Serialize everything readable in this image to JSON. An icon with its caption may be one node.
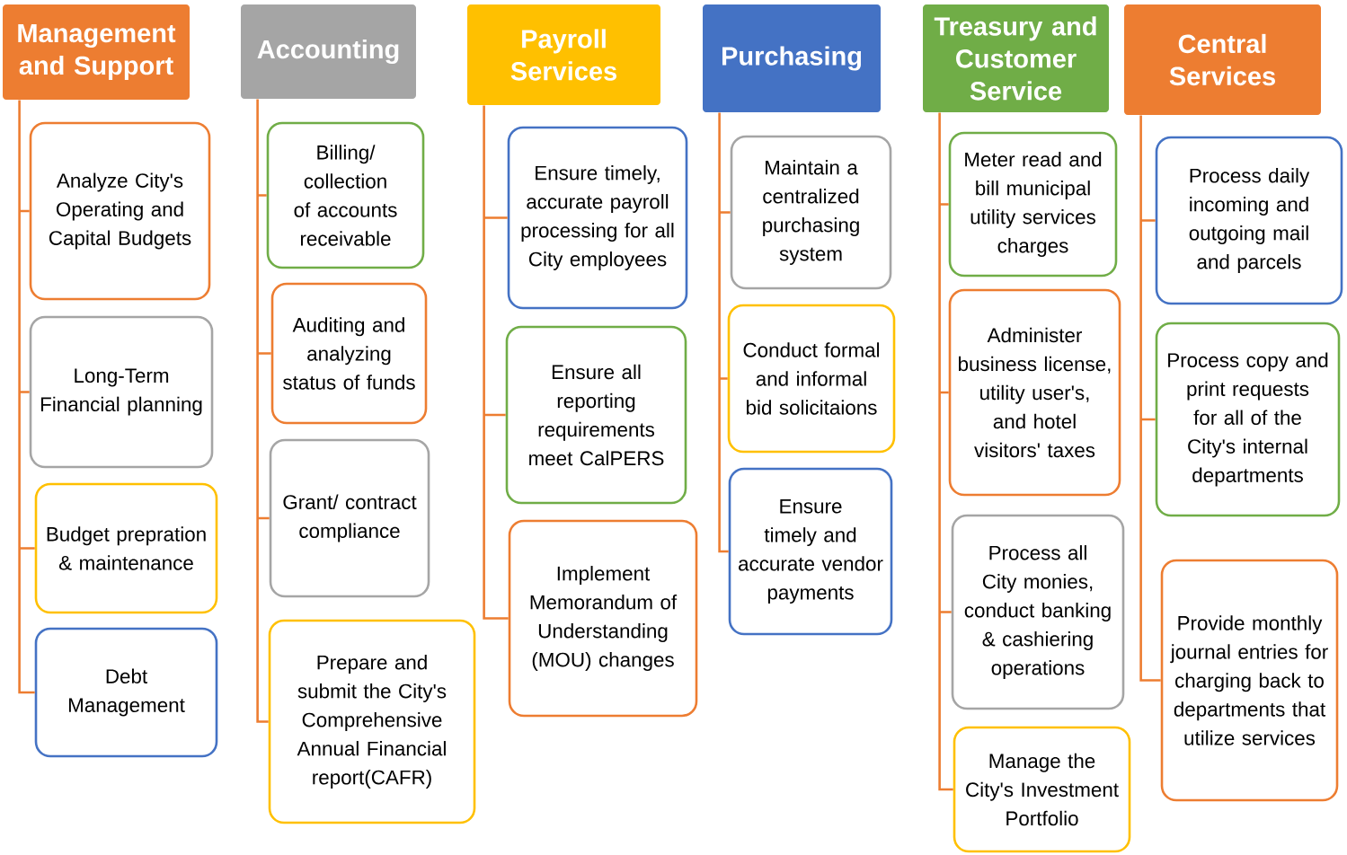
{
  "diagram": {
    "nodes": [
      {
        "text": [
          "Management and Support"
        ]
      },
      {
        "text": [
          "Analyze City's Operating and Capital Budgets"
        ]
      },
      {
        "text": [
          "Long-Term Financial planning"
        ]
      },
      {
        "text": [
          "Budget prepration & maintenance"
        ]
      },
      {
        "text": [
          "Debt Management"
        ]
      },
      {
        "text": [
          "Accounting"
        ]
      },
      {
        "text": [
          "Billing/ collection of accounts receivable"
        ]
      },
      {
        "text": [
          "Auditing and analyzing status of funds"
        ]
      },
      {
        "text": [
          "Grant/ contract compliance"
        ]
      },
      {
        "text": [
          "Prepare and submit the City's Comprehensive Annual Financial report(CAFR)"
        ]
      },
      {
        "text": [
          "Payroll Services"
        ]
      },
      {
        "text": [
          "Ensure timely, accurate payroll processing for all City employees"
        ]
      },
      {
        "text": [
          "Ensure all reporting requirements meet CalPERS"
        ]
      },
      {
        "text": [
          "Implement Memorandum of Understanding (MOU) changes"
        ]
      },
      {
        "text": [
          "Purchasing"
        ]
      },
      {
        "text": [
          "Maintain a centralized purchasing system"
        ]
      },
      {
        "text": [
          "Conduct formal and informal bid solicitaions"
        ]
      },
      {
        "text": [
          "Ensure timely and accurate vendor payments"
        ]
      },
      {
        "text": [
          "Treasury and Customer Service"
        ]
      },
      {
        "text": [
          "Meter read and bill municipal utility services charges"
        ]
      },
      {
        "text": [
          "Administer business license, utility user's,  and hotel visitors' taxes"
        ]
      },
      {
        "text": [
          "Process all City monies, conduct banking & cashiering operations"
        ]
      },
      {
        "text": [
          "Manage the City's Investment Portfolio"
        ]
      },
      {
        "text": [
          "Central Services"
        ]
      },
      {
        "text": [
          "Process daily incoming and outgoing mail and parcels"
        ]
      },
      {
        "text": [
          "Process copy and print requests for all of the City's internal departments"
        ]
      },
      {
        "text": [
          "Provide monthly journal entries for charging back to departments that utilize services"
        ]
      }
    ],
    "edges": [
      {
        "from": 0,
        "to": 1,
        "arrow": "none"
      },
      {
        "from": 0,
        "to": 2,
        "arrow": "none"
      },
      {
        "from": 0,
        "to": 3,
        "arrow": "none"
      },
      {
        "from": 0,
        "to": 4,
        "arrow": "none"
      },
      {
        "from": 5,
        "to": 6,
        "arrow": "none"
      },
      {
        "from": 5,
        "to": 7,
        "arrow": "none"
      },
      {
        "from": 5,
        "to": 8,
        "arrow": "none"
      },
      {
        "from": 5,
        "to": 9,
        "arrow": "none"
      },
      {
        "from": 10,
        "to": 11,
        "arrow": "none"
      },
      {
        "from": 10,
        "to": 12,
        "arrow": "none"
      },
      {
        "from": 10,
        "to": 13,
        "arrow": "none"
      },
      {
        "from": 14,
        "to": 15,
        "arrow": "none"
      },
      {
        "from": 14,
        "to": 16,
        "arrow": "none"
      },
      {
        "from": 14,
        "to": 17,
        "arrow": "none"
      },
      {
        "from": 18,
        "to": 19,
        "arrow": "none"
      },
      {
        "from": 18,
        "to": 20,
        "arrow": "none"
      },
      {
        "from": 18,
        "to": 21,
        "arrow": "none"
      },
      {
        "from": 18,
        "to": 22,
        "arrow": "none"
      },
      {
        "from": 23,
        "to": 24,
        "arrow": "none"
      },
      {
        "from": 23,
        "to": 25,
        "arrow": "none"
      },
      {
        "from": 23,
        "to": 26,
        "arrow": "none"
      }
    ]
  }
}
